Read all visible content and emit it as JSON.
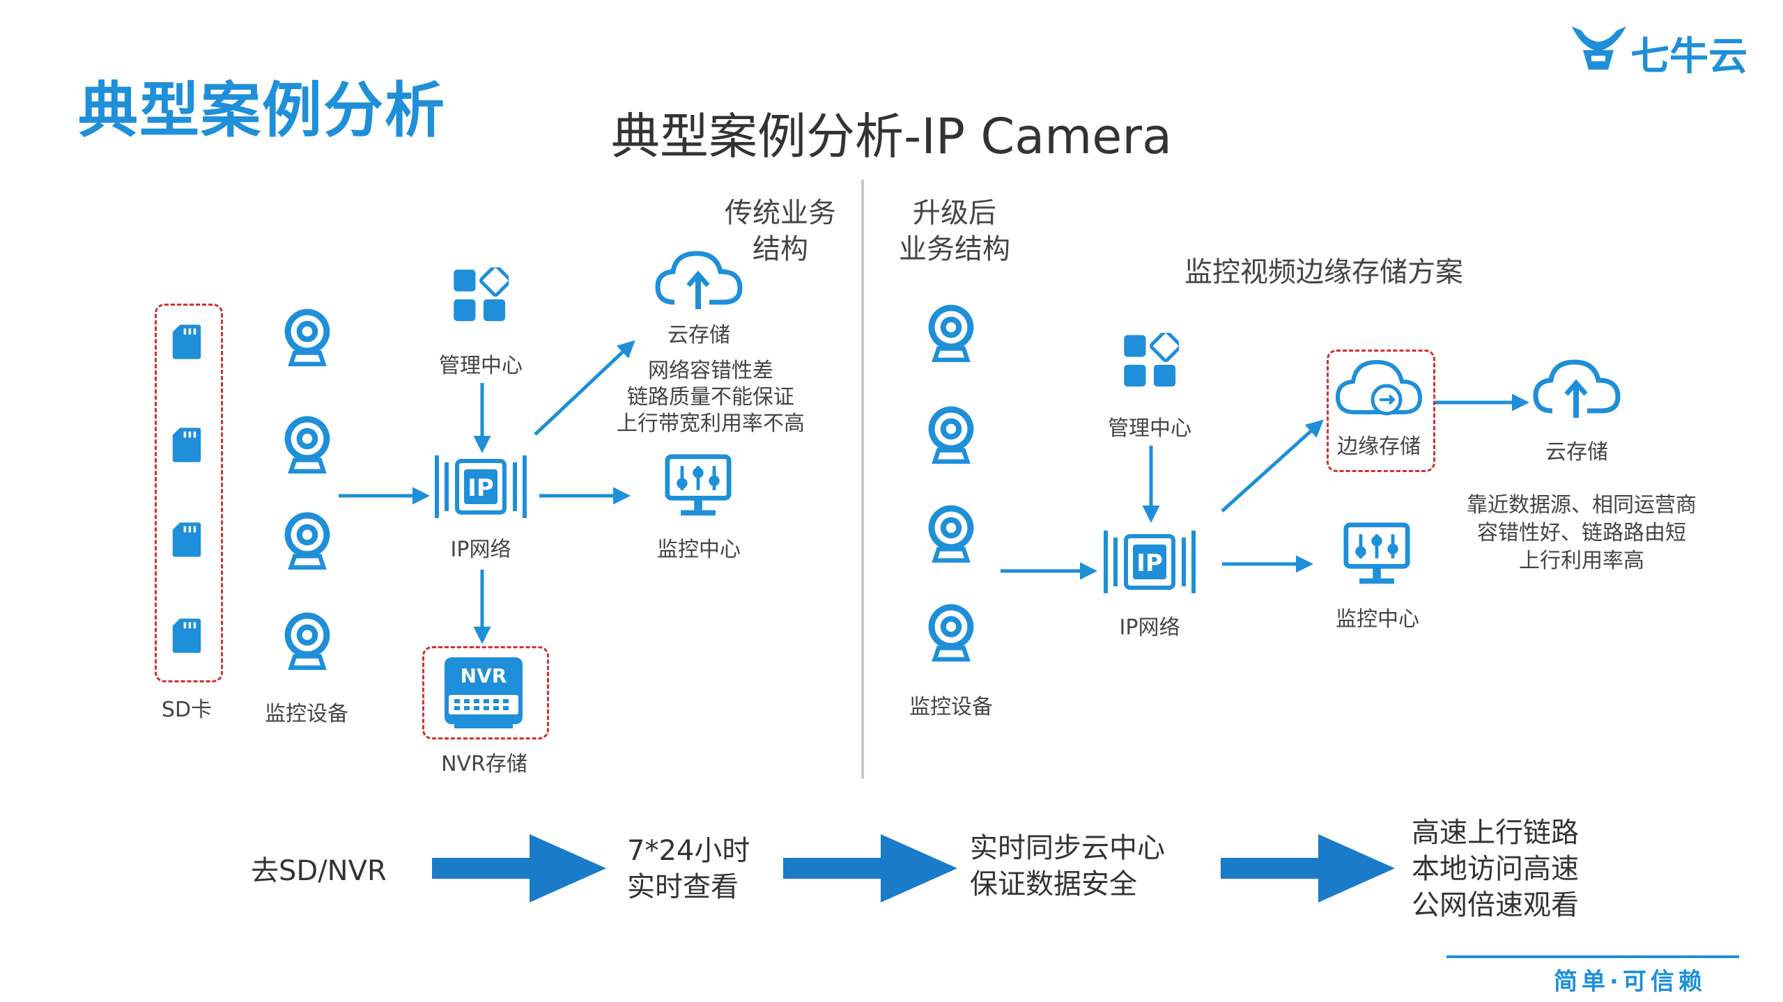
{
  "header": {
    "slide_title": "典型案例分析",
    "main_title": "典型案例分析-IP Camera",
    "logo_text": "七牛云",
    "slogan": "简单·可信赖"
  },
  "left": {
    "section_title_line1": "传统业务",
    "section_title_line2": "结构",
    "sd_label": "SD卡",
    "devices_label": "监控设备",
    "management_label": "管理中心",
    "ip_network_label": "IP网络",
    "nvr_label": "NVR存储",
    "nvr_icon_text": "NVR",
    "cloud_label": "云存储",
    "monitor_label": "监控中心",
    "issues": [
      "网络容错性差",
      "链路质量不能保证",
      "上行带宽利用率不高"
    ]
  },
  "right": {
    "section_title_line1": "升级后",
    "section_title_line2": "业务结构",
    "scheme_title": "监控视频边缘存储方案",
    "devices_label": "监控设备",
    "management_label": "管理中心",
    "ip_network_label": "IP网络",
    "edge_label": "边缘存储",
    "cloud_label": "云存储",
    "monitor_label": "监控中心",
    "benefits": [
      "靠近数据源、相同运营商",
      "容错性好、链路路由短",
      "上行利用率高"
    ]
  },
  "flow": {
    "step1": "去SD/NVR",
    "step2_line1": "7*24小时",
    "step2_line2": "实时查看",
    "step3_line1": "实时同步云中心",
    "step3_line2": "保证数据安全",
    "step4_line1": "高速上行链路",
    "step4_line2": "本地访问高速",
    "step4_line3": "公网倍速观看"
  },
  "colors": {
    "brand_blue": "#1e8fd8",
    "arrow_blue": "#1a7bc9",
    "dash_red": "#d32f2f"
  }
}
